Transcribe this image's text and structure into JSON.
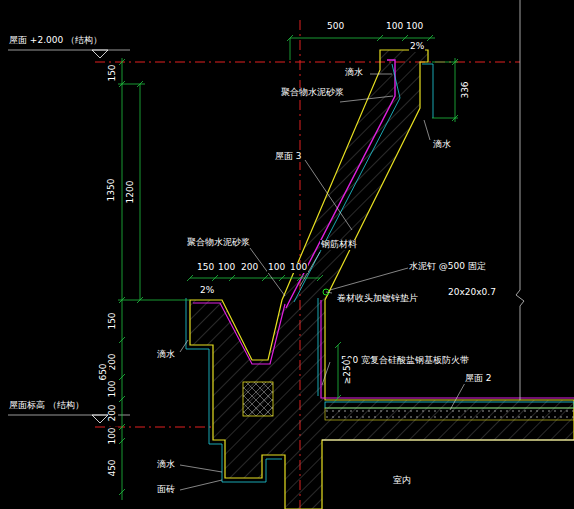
{
  "diagram": {
    "labels": [
      "屋面 +2.000 （结构）",
      "500",
      "100",
      "100",
      "2%",
      "336",
      "滴水",
      "聚合物水泥砂浆",
      "滴水",
      "屋面 3",
      "150",
      "1350",
      "1200",
      "聚合物水泥砂浆",
      "150",
      "100",
      "200",
      "100",
      "100",
      "2%",
      "钢筋材料",
      "水泥钉 @500 固定",
      "卷材收头加镀锌垫片",
      "20x20x0.7",
      "150",
      "200",
      "650",
      "100",
      "200",
      "100",
      "450",
      "滴水",
      "屋面标高 （结构）",
      "500 宽复合硅酸盐钢基板防火带",
      "≥250",
      "屋面 2",
      "滴水",
      "面砖",
      "室内"
    ]
  }
}
